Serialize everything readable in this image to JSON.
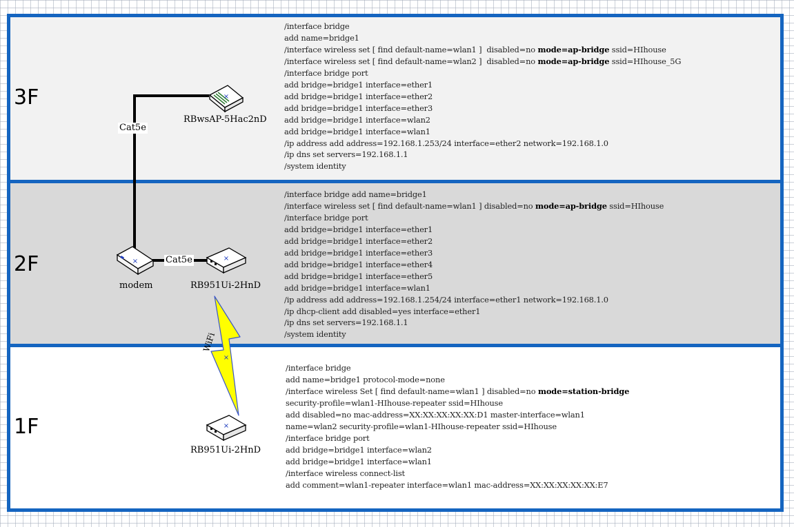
{
  "floors": [
    {
      "label": "3F",
      "device": "RBwsAP-5Hac2nD",
      "config": [
        "/interface bridge",
        "add name=bridge1",
        "/interface wireless set [ find default-name=wlan1 ]  disabled=no mode=ap-bridge ssid=HIhouse",
        "/interface wireless set [ find default-name=wlan2 ]  disabled=no mode=ap-bridge ssid=HIhouse_5G",
        "/interface bridge port",
        "add bridge=bridge1 interface=ether1",
        "add bridge=bridge1 interface=ether2",
        "add bridge=bridge1 interface=ether3",
        "add bridge=bridge1 interface=wlan2",
        "add bridge=bridge1 interface=wlan1",
        "/ip address add address=192.168.1.253/24 interface=ether2 network=192.168.1.0",
        "/ip dns set servers=192.168.1.1",
        "/system identity"
      ]
    },
    {
      "label": "2F",
      "device": "RB951Ui-2HnD",
      "modem": "modem",
      "config": [
        "/interface bridge add name=bridge1",
        "/interface wireless set [ find default-name=wlan1 ] disabled=no mode=ap-bridge ssid=HIhouse",
        "/interface bridge port",
        "add bridge=bridge1 interface=ether1",
        "add bridge=bridge1 interface=ether2",
        "add bridge=bridge1 interface=ether3",
        "add bridge=bridge1 interface=ether4",
        "add bridge=bridge1 interface=ether5",
        "add bridge=bridge1 interface=wlan1",
        "/ip address add address=192.168.1.254/24 interface=ether1 network=192.168.1.0",
        "/ip dhcp-client add disabled=yes interface=ether1",
        "/ip dns set servers=192.168.1.1",
        "/system identity"
      ]
    },
    {
      "label": "1F",
      "device": "RB951Ui-2HnD",
      "config": [
        "/interface bridge",
        "add name=bridge1 protocol-mode=none",
        "/interface wireless Set [ find default-name=wlan1 ] disabled=no mode=station-bridge",
        "security-profile=wlan1-HIhouse-repeater ssid=HIhouse",
        "add disabled=no mac-address=XX:XX:XX:XX:XX:D1 master-interface=wlan1",
        "name=wlan2 security-profile=wlan1-HIhouse-repeater ssid=HIhouse",
        "/interface bridge port",
        "add bridge=bridge1 interface=wlan2",
        "add bridge=bridge1 interface=wlan1",
        "/interface wireless connect-list",
        "add comment=wlan1-repeater interface=wlan1 mac-address=XX:XX:XX:XX:XX:E7"
      ]
    }
  ],
  "links": {
    "cable_3f": "Cat5e",
    "cable_2f": "Cat5e",
    "wifi": "WiFi"
  },
  "colors": {
    "floor_border": "#1565c0",
    "floor_3f_bg": "#f2f2f2",
    "floor_2f_bg": "#d9d9d9",
    "floor_1f_bg": "#ffffff",
    "wifi_bolt": "#ffff00"
  },
  "icons": {
    "router": "router-icon",
    "modem": "modem-icon",
    "access_point": "access-point-icon",
    "wifi_link": "lightning-bolt-icon"
  }
}
